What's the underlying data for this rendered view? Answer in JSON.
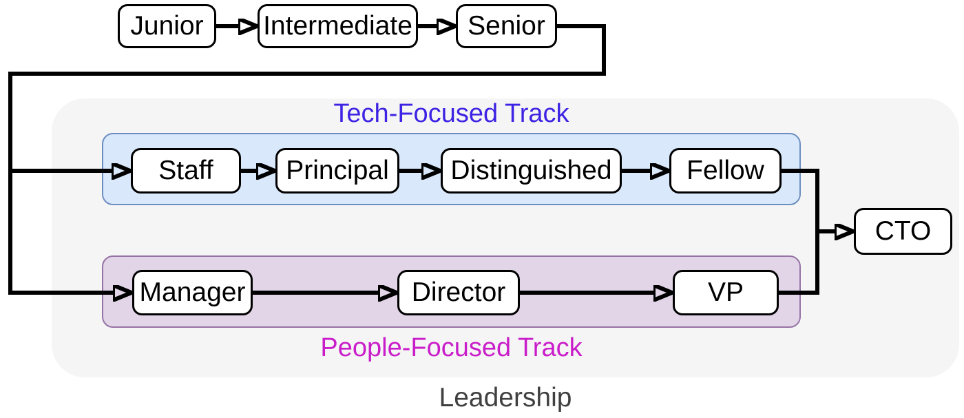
{
  "diagram": {
    "entry_track": {
      "nodes": [
        {
          "id": "junior",
          "label": "Junior"
        },
        {
          "id": "intermediate",
          "label": "Intermediate"
        },
        {
          "id": "senior",
          "label": "Senior"
        }
      ]
    },
    "leadership_group": {
      "label": "Leadership",
      "tech_track": {
        "label": "Tech-Focused Track",
        "nodes": [
          {
            "id": "staff",
            "label": "Staff"
          },
          {
            "id": "principal",
            "label": "Principal"
          },
          {
            "id": "distinguished",
            "label": "Distinguished"
          },
          {
            "id": "fellow",
            "label": "Fellow"
          }
        ]
      },
      "people_track": {
        "label": "People-Focused Track",
        "nodes": [
          {
            "id": "manager",
            "label": "Manager"
          },
          {
            "id": "director",
            "label": "Director"
          },
          {
            "id": "vp",
            "label": "VP"
          }
        ]
      },
      "cto_node": {
        "id": "cto",
        "label": "CTO"
      }
    },
    "colors": {
      "tech_track_label": "#3D23E3",
      "tech_track_fill": "#DAE8FC",
      "tech_track_border": "#6C8EBF",
      "people_track_label": "#CA1DCA",
      "people_track_fill": "#E1D5E7",
      "people_track_border": "#9673A6",
      "group_fill": "#F5F5F5",
      "group_label_text": "#404040",
      "node_fill": "#FFFFFF",
      "node_border": "#000000",
      "edge": "#000000"
    }
  }
}
